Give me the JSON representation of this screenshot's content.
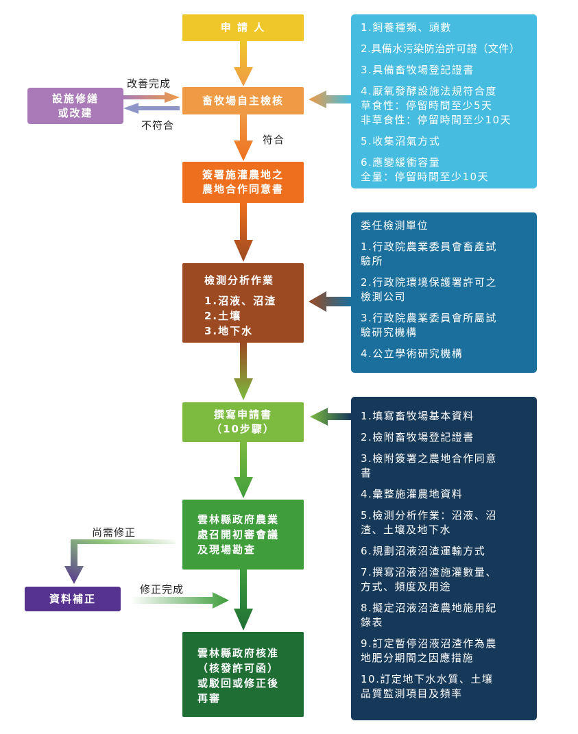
{
  "flow": {
    "applicant": "申 請 人",
    "self_check": "畜牧場自主檢核",
    "facility_repair": [
      "設施修繕",
      "或改建"
    ],
    "agreement": [
      "簽署施灌農地之",
      "農地合作同意書"
    ],
    "testing": {
      "title": "檢測分析作業",
      "items": [
        "1.沼液、沼渣",
        "2.土壤",
        "3.地下水"
      ]
    },
    "write_application": [
      "撰寫申請書",
      "（10步驟）"
    ],
    "review_meeting": [
      "雲林縣政府農業",
      "處召開初審會議",
      "及現場勘查"
    ],
    "data_correction": "資料補正",
    "final_approval": [
      "雲林縣政府核准",
      "（核發許可函）",
      "或駁回或修正後",
      "再審"
    ]
  },
  "labels": {
    "improved": "改善完成",
    "not_compliant": "不符合",
    "compliant": "符合",
    "need_correction": "尚需修正",
    "correction_done": "修正完成"
  },
  "panels": {
    "requirements": [
      [
        "1.飼養種類、頭數"
      ],
      [
        "2.具備水污染防治許可證（文件）"
      ],
      [
        "3.具備畜牧場登記證書"
      ],
      [
        "4.厭氧發酵設施法規符合度",
        "草食性：停留時間至少5天",
        "非草食性：停留時間至少10天"
      ],
      [
        "5.收集沼氣方式"
      ],
      [
        "6.應變緩衝容量",
        "全量：停留時間至少10天"
      ]
    ],
    "testing_units": {
      "title": "委任檢測單位",
      "items": [
        [
          "1.行政院農業委員會畜產試",
          "驗所"
        ],
        [
          "2.行政院環境保護署許可之",
          "檢測公司"
        ],
        [
          "3.行政院農業委員會所屬試",
          "驗研究機構"
        ],
        [
          "4.公立學術研究機構"
        ]
      ]
    },
    "application_steps": [
      [
        "1.填寫畜牧場基本資料"
      ],
      [
        "2.檢附畜牧場登記證書"
      ],
      [
        "3.檢附簽署之農地合作同意",
        "書"
      ],
      [
        "4.彙整施灌農地資料"
      ],
      [
        "5.檢測分析作業：沼液、沼",
        "渣、土壤及地下水"
      ],
      [
        "6.規劃沼液沼渣運輸方式"
      ],
      [
        "7.撰寫沼液沼渣施灌數量、",
        "方式、頻度及用途"
      ],
      [
        "8.擬定沼液沼渣農地施用紀",
        "錄表"
      ],
      [
        "9.訂定暫停沼液沼渣作為農",
        "地肥分期間之因應措施"
      ],
      [
        "10.訂定地下水水質、土壤",
        "品質監測項目及頻率"
      ]
    ]
  },
  "colors": {
    "applicant": "#efc72a",
    "self_check": "#ef9a45",
    "facility_repair": "#a97ab7",
    "agreement": "#ee6f1d",
    "testing": "#9b4a22",
    "write_application": "#7dbb40",
    "review_meeting": "#3f9d3c",
    "data_correction": "#55338f",
    "final_approval": "#1f6f35",
    "panel_requirements": "#45bce0",
    "panel_testing_units": "#1a6f9c",
    "panel_application_steps": "#16395a"
  }
}
